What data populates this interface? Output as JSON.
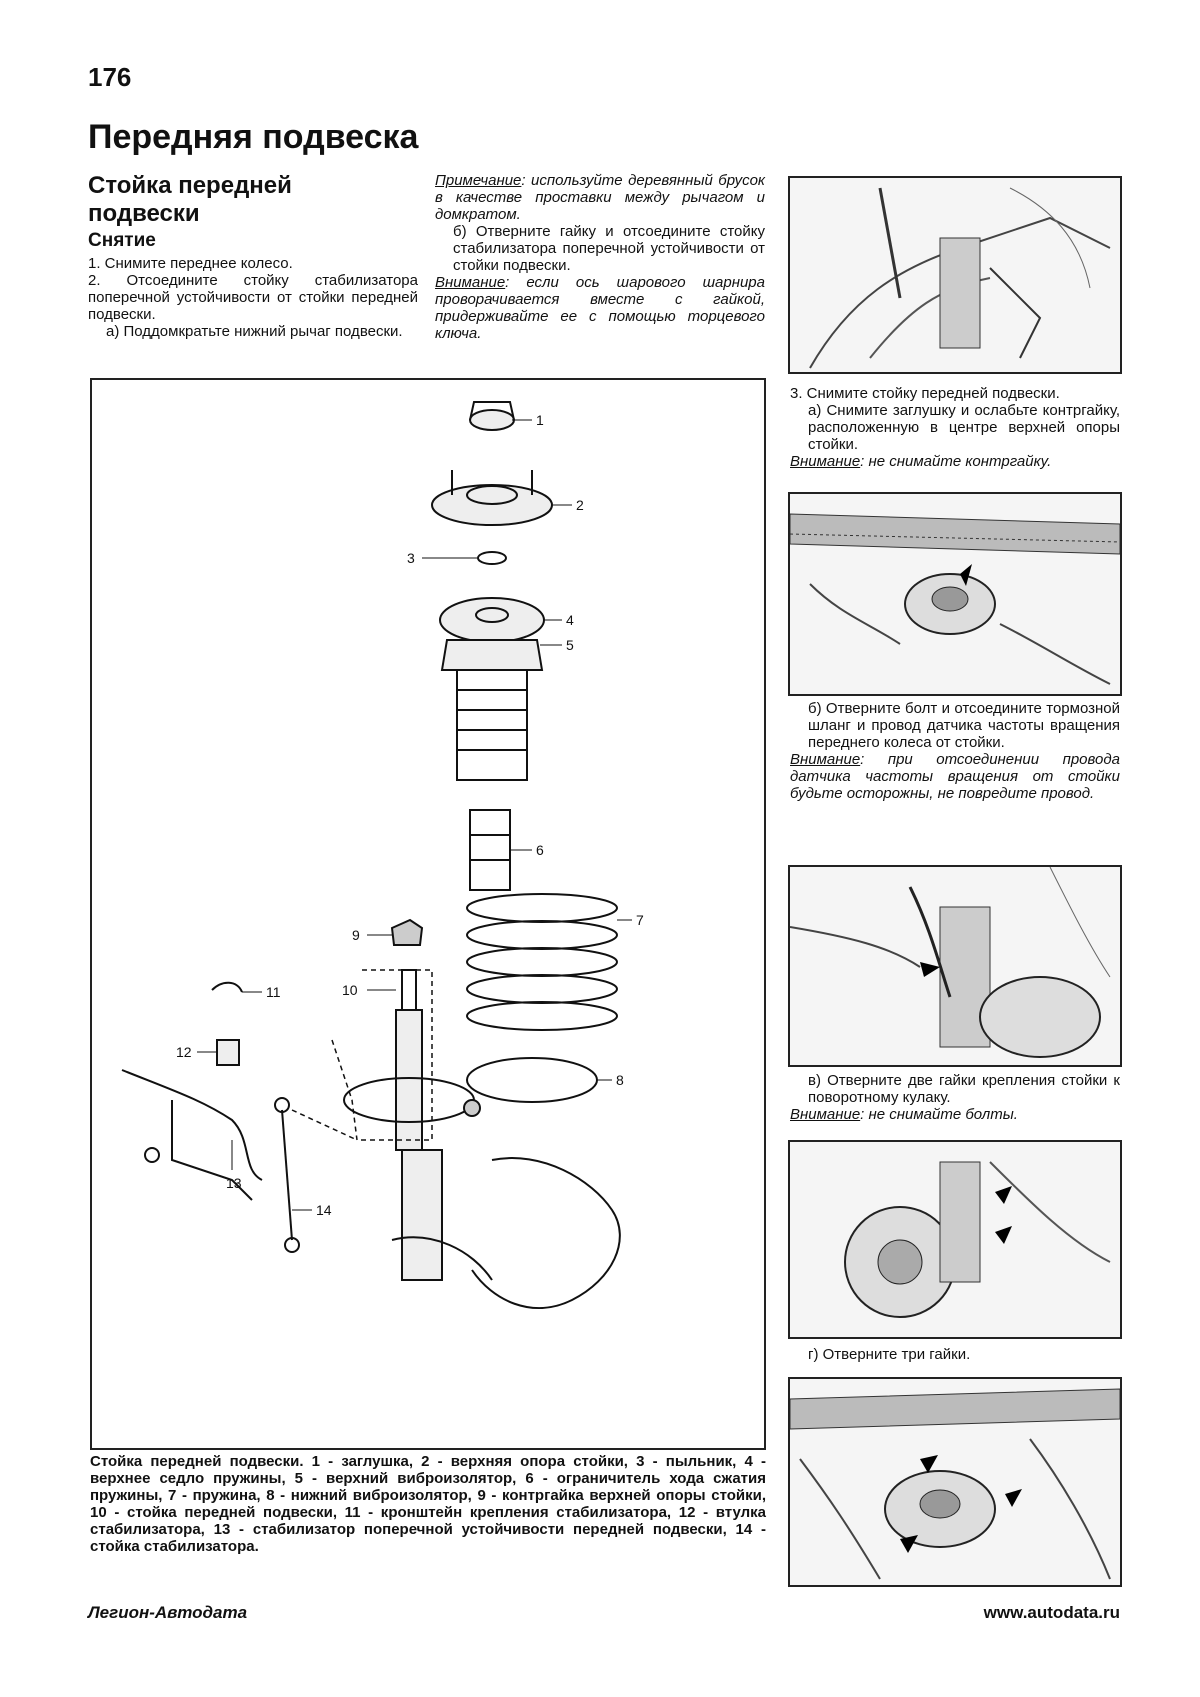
{
  "page_number": "176",
  "section_title": "Передняя подвеска",
  "subsection_title": "Стойка передней подвески",
  "sub_heading": "Снятие",
  "col1": {
    "step1": "1. Снимите переднее колесо.",
    "step2": "2. Отсоедините стойку стабилизатора поперечной устойчивости от стойки передней подвески.",
    "step2a": "а) Поддомкратьте нижний рычаг подвески."
  },
  "col2": {
    "note1_label": "Примечание",
    "note1_text": ": используйте деревянный брусок в качестве проставки между рычагом и домкратом.",
    "step2b": "б) Отверните гайку и отсоедините стойку стабилизатора поперечной устойчивости от стойки подвески.",
    "note2_label": "Внимание",
    "note2_text": ": если ось шарового шарнира проворачивается вместе с гайкой, придерживайте ее с помощью торцевого ключа."
  },
  "col3": {
    "step3": "3. Снимите стойку передней подвески.",
    "step3a": "а) Снимите заглушку и ослабьте контргайку, расположенную в центре верхней опоры стойки.",
    "warn1_label": "Внимание",
    "warn1_text": ": не снимайте контргайку.",
    "step3b": "б) Отверните болт и отсоедините тормозной шланг и провод датчика частоты вращения переднего колеса от стойки.",
    "warn2_label": "Внимание",
    "warn2_text": ": при отсоединении провода датчика частоты вращения от стойки будьте осторожны, не повредите провод.",
    "step3v": "в) Отверните две гайки крепления стойки к поворотному кулаку.",
    "warn3_label": "Внимание",
    "warn3_text": ": не снимайте болты.",
    "step3g": "г) Отверните три гайки."
  },
  "diagram_labels": [
    "1",
    "2",
    "3",
    "4",
    "5",
    "6",
    "7",
    "8",
    "9",
    "10",
    "11",
    "12",
    "13",
    "14"
  ],
  "caption": "Стойка передней подвески. 1 - заглушка, 2 - верхняя опора стойки, 3 - пыльник, 4 - верхнее седло пружины, 5 - верхний виброизолятор, 6 - ограничитель хода сжатия пружины, 7 - пружина, 8 - нижний виброизолятор, 9 - контргайка верхней опоры стойки, 10 - стойка передней подвески, 11 - кронштейн крепления стабилизатора, 12 - втулка стабилизатора, 13 - стабилизатор поперечной устойчивости передней подвески, 14 - стойка стабилизатора.",
  "footer": {
    "publisher": "Легион-Автодата",
    "website": "www.autodata.ru"
  }
}
